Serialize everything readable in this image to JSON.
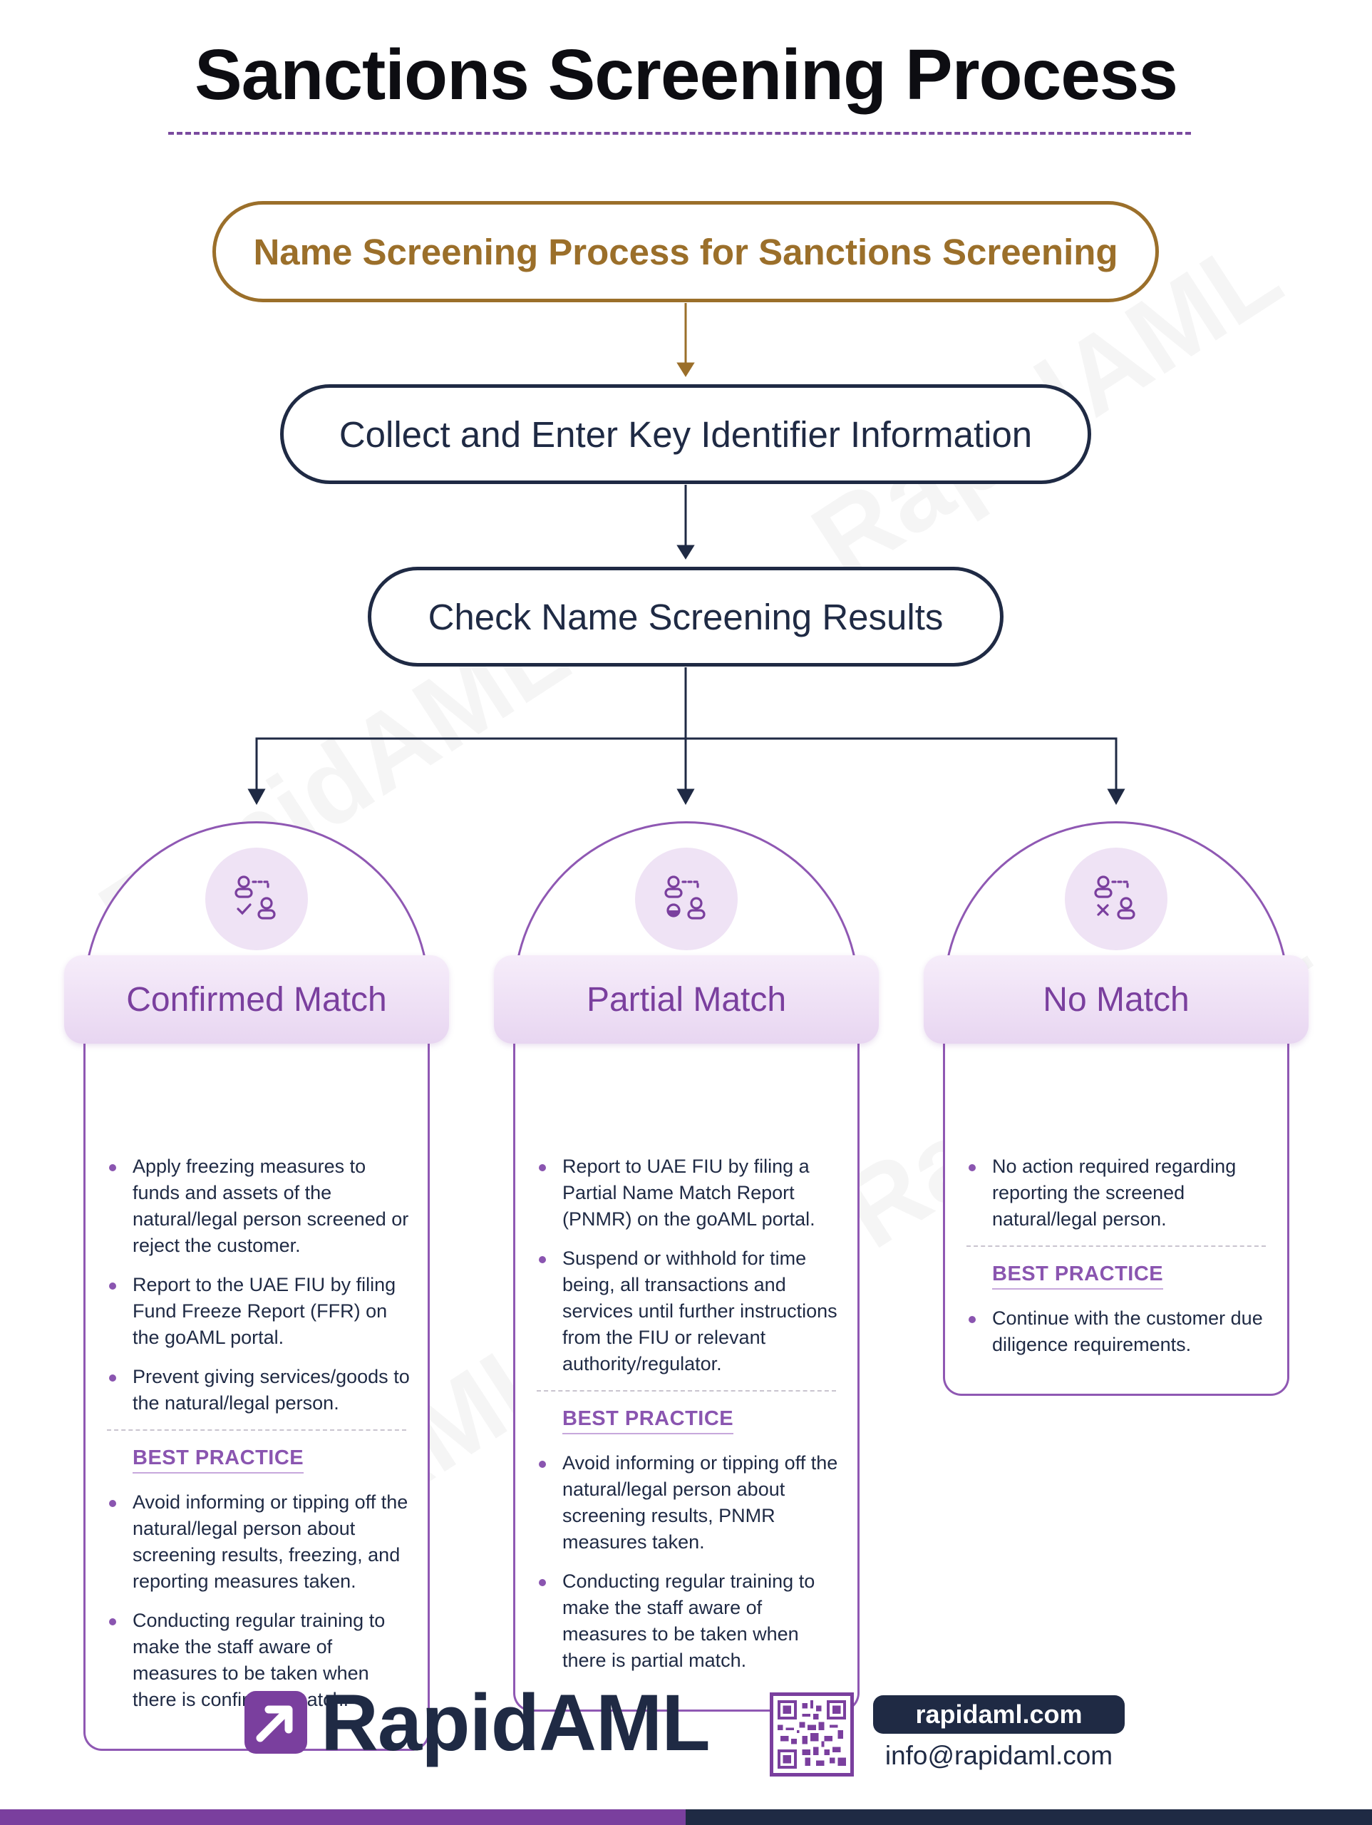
{
  "title": "Sanctions Screening Process",
  "steps": {
    "step1": "Name Screening Process for Sanctions Screening",
    "step2": "Collect and Enter Key Identifier Information",
    "step3": "Check Name Screening Results"
  },
  "cards": {
    "confirmed": {
      "icon": "person-check-icon",
      "title": "Confirmed Match",
      "actions": [
        "Apply freezing measures to funds and assets of the natural/legal person screened or reject the customer.",
        "Report to the UAE FIU by filing Fund Freeze Report (FFR) on the goAML portal.",
        "Prevent giving services/goods to the natural/legal person."
      ],
      "best_practice_heading": "BEST PRACTICE",
      "best_practices": [
        "Avoid informing or tipping off the natural/legal person about screening results, freezing, and reporting measures taken.",
        "Conducting regular training to make the staff aware of measures to be taken when there is confirmed match."
      ]
    },
    "partial": {
      "icon": "person-partial-icon",
      "title": "Partial Match",
      "actions": [
        "Report to UAE FIU by filing a Partial Name Match Report (PNMR) on the goAML portal.",
        "Suspend or withhold for time being, all transactions and services until further instructions from the FIU or relevant authority/regulator."
      ],
      "best_practice_heading": "BEST PRACTICE",
      "best_practices": [
        "Avoid informing or tipping off the natural/legal person about screening results, PNMR measures taken.",
        "Conducting regular training to make the staff aware of measures to be taken when there is partial match."
      ]
    },
    "nomatch": {
      "icon": "person-x-icon",
      "title": "No Match",
      "actions": [
        "No action required regarding reporting the screened natural/legal person."
      ],
      "best_practice_heading": "BEST PRACTICE",
      "best_practices": [
        "Continue with the customer due diligence requirements."
      ]
    }
  },
  "footer": {
    "brand": "RapidAML",
    "website": "rapidaml.com",
    "email": "info@rapidaml.com"
  },
  "watermark": "RapidAML",
  "colors": {
    "navy": "#1f2a44",
    "gold": "#9b6f2a",
    "purple": "#7a3f9e",
    "lavender": "#efe3f5"
  }
}
